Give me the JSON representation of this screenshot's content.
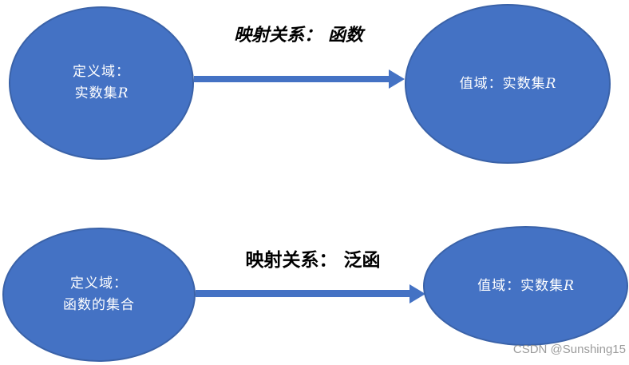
{
  "watermark": "CSDN @Sunshing15",
  "colors": {
    "shape_fill": "#4472C4",
    "shape_border": "#3A62A8",
    "arrow": "#4472C4",
    "arrow_label_text": "#000000",
    "ellipse_text": "#FFFFFF",
    "watermark_text": "#9C9C9C",
    "background": "#FFFFFF"
  },
  "rows": [
    {
      "domain": {
        "line1": "定义域：",
        "line2": "实数集",
        "symbol": "R"
      },
      "arrow_label": "映射关系： 函数",
      "range": {
        "prefix": "值域：实数集",
        "symbol": "R"
      }
    },
    {
      "domain": {
        "line1": "定义域：",
        "line2": "函数的集合",
        "symbol": ""
      },
      "arrow_label": "映射关系： 泛函",
      "range": {
        "prefix": "值域：实数集",
        "symbol": "R"
      }
    }
  ]
}
